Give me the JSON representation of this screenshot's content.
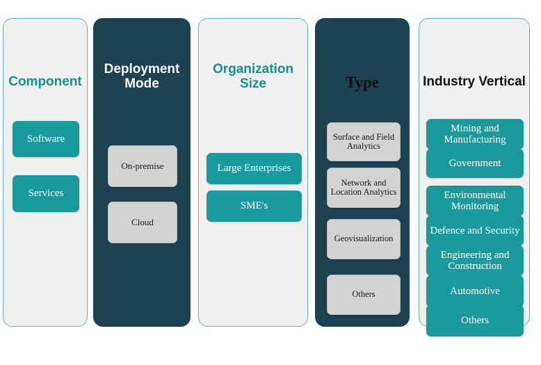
{
  "figure": {
    "background_color": "#ffffff",
    "accent_teal": "#1a9a9c",
    "accent_dark": "#1d4252",
    "accent_grey": "#d2d3d2",
    "title_teal": "#13918f"
  },
  "columns": [
    {
      "title": "Component",
      "style": "light",
      "title_style": "teal",
      "items": [
        {
          "label": "Software",
          "style": "teal"
        },
        {
          "label": "Services",
          "style": "teal"
        }
      ]
    },
    {
      "title": "Deployment Mode",
      "style": "dark",
      "title_style": "white",
      "items": [
        {
          "label": "On-premise",
          "style": "grey"
        },
        {
          "label": "Cloud",
          "style": "grey"
        }
      ]
    },
    {
      "title": "Organization Size",
      "style": "light",
      "title_style": "teal",
      "items": [
        {
          "label": "Large Enterprises",
          "style": "teal"
        },
        {
          "label": "SME's",
          "style": "teal"
        }
      ]
    },
    {
      "title": "Type",
      "style": "dark",
      "title_style": "black-serif",
      "items": [
        {
          "label": "Surface and Field Analytics",
          "style": "grey"
        },
        {
          "label": "Network and Location Analytics",
          "style": "grey"
        },
        {
          "label": "Geovisualization",
          "style": "grey"
        },
        {
          "label": "Others",
          "style": "grey"
        }
      ]
    },
    {
      "title": "Industry Vertical",
      "style": "light",
      "title_style": "black-sans",
      "items": [
        {
          "label": "Mining and Manufacturing",
          "style": "teal"
        },
        {
          "label": "Government",
          "style": "teal"
        },
        {
          "label": "Environmental Monitoring",
          "style": "teal"
        },
        {
          "label": "Defence and Security",
          "style": "teal"
        },
        {
          "label": "Engineering and Construction",
          "style": "teal"
        },
        {
          "label": "Automotive",
          "style": "teal"
        },
        {
          "label": "Others",
          "style": "teal"
        }
      ]
    }
  ]
}
